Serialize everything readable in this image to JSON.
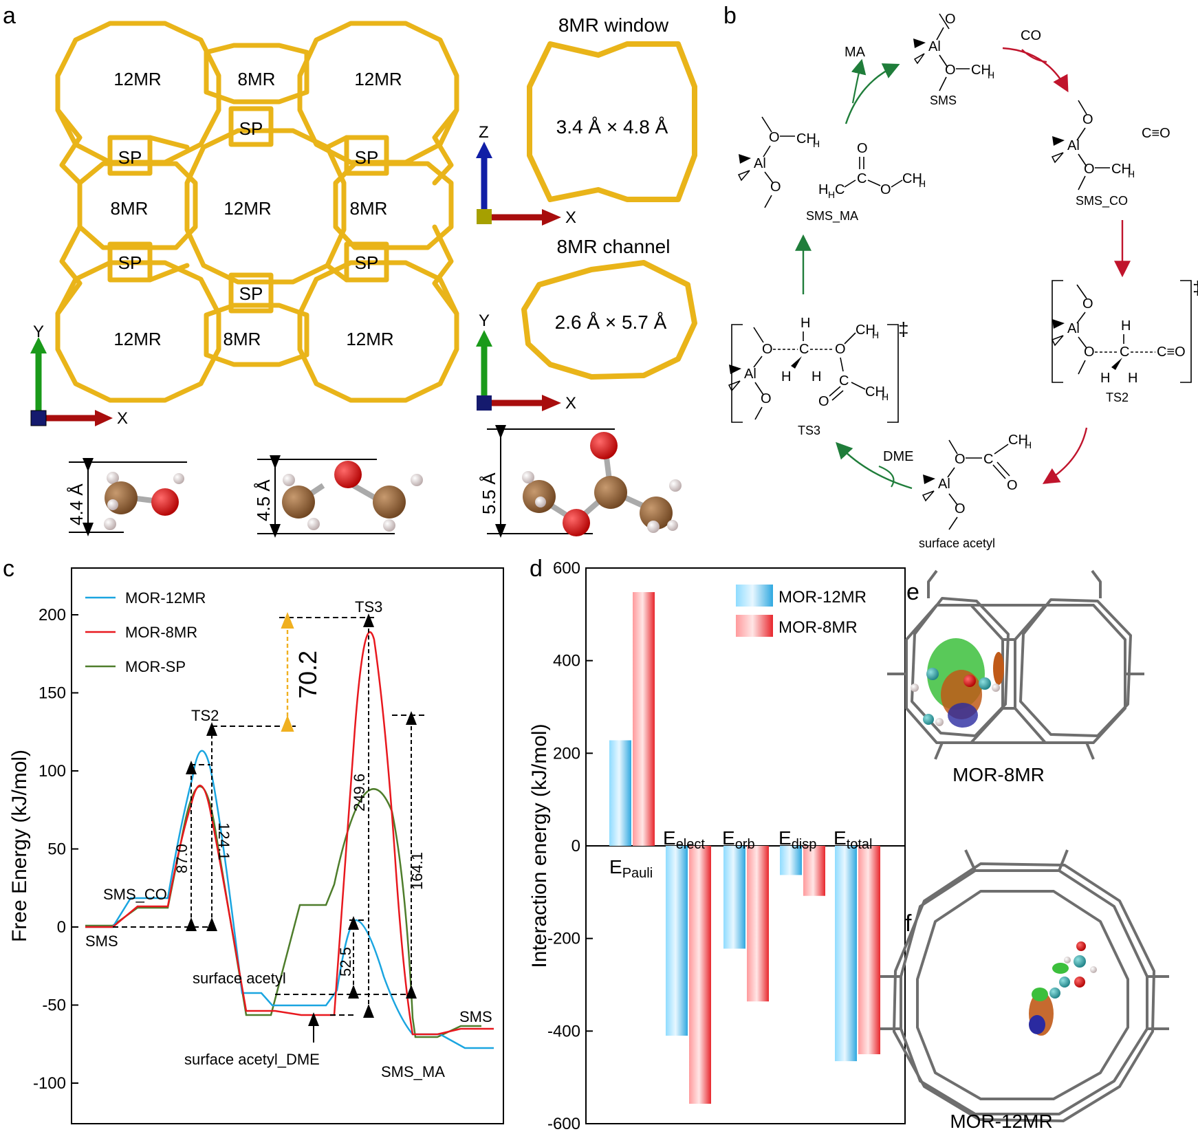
{
  "panels": {
    "a": "a",
    "b": "b",
    "c": "c",
    "d": "d",
    "e": "e",
    "f": "f"
  },
  "panel_a": {
    "rings": {
      "r12": "12MR",
      "r8": "8MR",
      "sp": "SP"
    },
    "axes": {
      "x": "X",
      "y": "Y",
      "z": "Z"
    },
    "window_title": "8MR window",
    "window_size": "3.4 Å × 4.8 Å",
    "channel_title": "8MR channel",
    "channel_size": "2.6 Å × 5.7 Å",
    "mol_heights": [
      "4.4 Å",
      "4.5 Å",
      "5.5 Å"
    ]
  },
  "panel_b": {
    "al": "Al",
    "o": "O",
    "ch3": "CH",
    "h3": "H",
    "c": "C",
    "h": "H",
    "co": "CO",
    "c_triple_o": "C≡O",
    "ma": "MA",
    "dme": "DME",
    "dagger": "‡",
    "sms": "SMS",
    "sms_co": "SMS_CO",
    "ts2": "TS2",
    "surface_acetyl": "surface acetyl",
    "ts3": "TS3",
    "sms_ma": "SMS_MA"
  },
  "panel_c": {
    "ylabel": "Free Energy (kJ/mol)",
    "yticks": [
      "-100",
      "-50",
      "0",
      "50",
      "100",
      "150",
      "200"
    ],
    "legend": [
      "MOR-12MR",
      "MOR-8MR",
      "MOR-SP"
    ],
    "colors": {
      "MOR-12MR": "#1aa5e0",
      "MOR-8MR": "#e8181e",
      "MOR-SP": "#4e7d2b",
      "delta": "#f0b020"
    },
    "labels": {
      "sms": "SMS",
      "sms_co": "SMS_CO",
      "ts2": "TS2",
      "ts3": "TS3",
      "surface_acetyl": "surface acetyl",
      "surface_acetyl_dme": "surface acetyl_DME",
      "sms_end": "SMS",
      "sms_ma": "SMS_MA"
    },
    "annotations": [
      "87.0",
      "124.1",
      "70.2",
      "249.6",
      "52.5",
      "164.1"
    ]
  },
  "chart_data": {
    "type": "bar",
    "categories": [
      "EPauli",
      "Eelect",
      "Eorb",
      "Edisp",
      "Etotal"
    ],
    "category_labels": [
      {
        "main": "E",
        "sub": "Pauli"
      },
      {
        "main": "E",
        "sub": "elect"
      },
      {
        "main": "E",
        "sub": "orb"
      },
      {
        "main": "E",
        "sub": "disp"
      },
      {
        "main": "E",
        "sub": "total"
      }
    ],
    "series": [
      {
        "name": "MOR-12MR",
        "values": [
          228,
          -410,
          -222,
          -63,
          -465
        ]
      },
      {
        "name": "MOR-8MR",
        "values": [
          548,
          -557,
          -336,
          -108,
          -450
        ]
      }
    ],
    "ylabel": "Interaction energy (kJ/mol)",
    "ylim": [
      -600,
      600
    ],
    "yticks": [
      "-600",
      "-400",
      "-200",
      "0",
      "200",
      "400",
      "600"
    ],
    "colors": {
      "MOR-12MR": "#5ec8f2",
      "MOR-8MR": "#f26a6e"
    },
    "legend_position": "top-right"
  },
  "panel_e": {
    "title": "MOR-8MR"
  },
  "panel_f": {
    "title": "MOR-12MR"
  }
}
